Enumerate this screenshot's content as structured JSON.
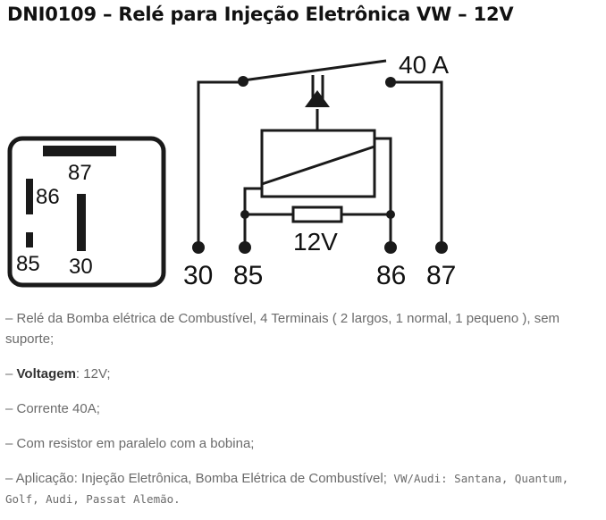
{
  "title": "DNI0109 – Relé para Injeção Eletrônica VW – 12V",
  "diagram": {
    "rating": "40 A",
    "voltage": "12V",
    "pins": [
      "30",
      "85",
      "86",
      "87"
    ],
    "relay_face_pins": [
      "87",
      "86",
      "85",
      "30"
    ]
  },
  "specs": {
    "line1": "– Relé da Bomba elétrica de Combustível, 4 Terminais ( 2 largos, 1 normal, 1 pequeno ), sem suporte;",
    "line2_prefix": "– ",
    "line2_bold": "Voltagem",
    "line2_rest": ": 12V;",
    "line3": "– Corrente 40A;",
    "line4": "– Com resistor em paralelo com a bobina;",
    "line5_prefix": "– Aplicação: Injeção Eletrônica, Bomba Elétrica de Combustível;",
    "line5_mono": " VW/Audi: Santana, Quantum, Golf, Audi, Passat Alemão."
  }
}
